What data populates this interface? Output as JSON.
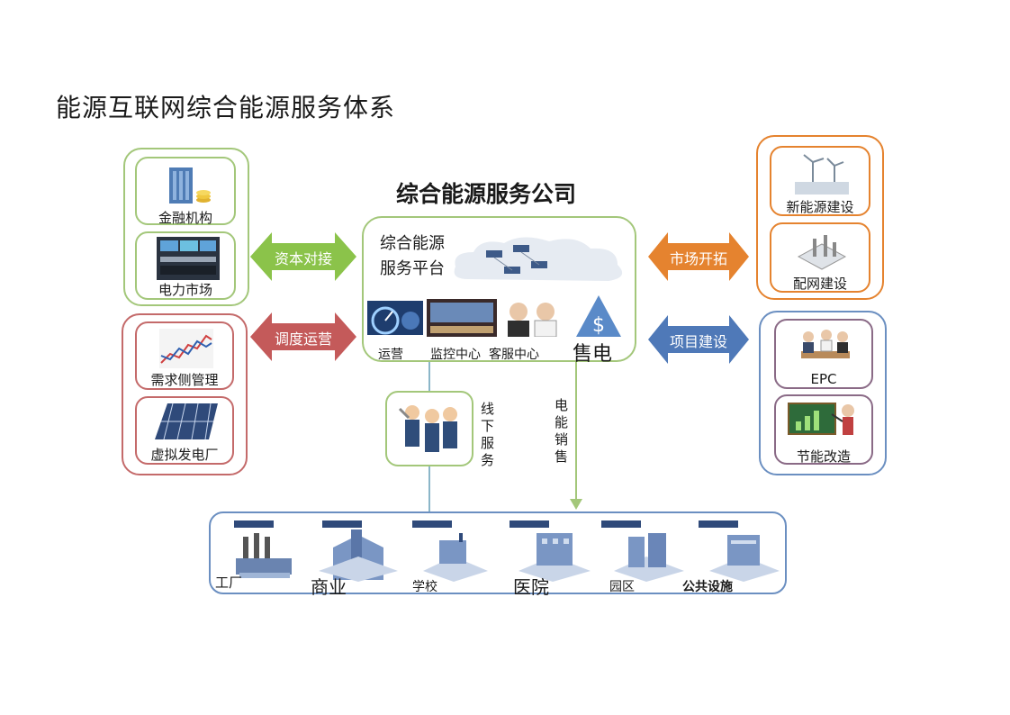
{
  "page": {
    "title": "能源互联网综合能源服务体系"
  },
  "center": {
    "company_title": "综合能源服务公司",
    "platform_line1": "综合能源",
    "platform_line2": "服务平台",
    "labels": {
      "operations": "运营",
      "monitoring": "监控中心",
      "customer_service": "客服中心",
      "sales": "售电"
    }
  },
  "left_top": {
    "items": [
      {
        "label": "金融机构",
        "icon": "bank-building-coins-icon"
      },
      {
        "label": "电力市场",
        "icon": "trading-floor-icon"
      }
    ]
  },
  "left_bottom": {
    "items": [
      {
        "label": "需求侧管理",
        "icon": "demand-chart-icon"
      },
      {
        "label": "虚拟发电厂",
        "icon": "solar-panel-icon"
      }
    ]
  },
  "right_top": {
    "items": [
      {
        "label": "新能源建设",
        "icon": "wind-turbine-icon"
      },
      {
        "label": "配网建设",
        "icon": "substation-icon"
      }
    ]
  },
  "right_bottom": {
    "items": [
      {
        "label": "EPC",
        "icon": "meeting-icon"
      },
      {
        "label": "节能改造",
        "icon": "presenter-chart-icon"
      }
    ]
  },
  "arrows": {
    "capital": "资本对接",
    "dispatch": "调度运营",
    "market": "市场开拓",
    "project": "项目建设"
  },
  "offline_service": "线下服务",
  "power_sales": "电能销售",
  "places": [
    "工厂",
    "商业",
    "学校",
    "医院",
    "园区",
    "公共设施"
  ],
  "colors": {
    "green": "#8bc34a",
    "red": "#c45a5a",
    "orange": "#e5832f",
    "blue": "#4f79b8"
  }
}
